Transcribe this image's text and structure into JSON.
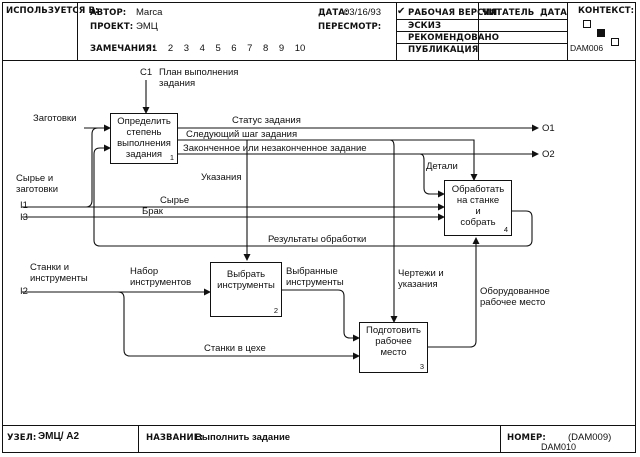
{
  "header": {
    "used_in_label": "ИСПОЛЬЗУЕТСЯ В:",
    "author_label": "АВТОР:",
    "author": "Marca",
    "project_label": "ПРОЕКТ:",
    "project": "ЭМЦ",
    "notes_label": "ЗАМЕЧАНИЯ:",
    "notes": [
      "1",
      "2",
      "3",
      "4",
      "5",
      "6",
      "7",
      "8",
      "9",
      "10"
    ],
    "date_label": "ДАТА:",
    "date": "03/16/93",
    "review_label": "ПЕРЕСМОТР:",
    "statuses": [
      "РАБОЧАЯ ВЕРСИЯ",
      "ЭСКИЗ",
      "РЕКОМЕНДОВАНО",
      "ПУБЛИКАЦИЯ"
    ],
    "reader_label": "ЧИТАТЕЛЬ",
    "reader_date_label": "ДАТА",
    "context_label": "КОНТЕКСТ:",
    "context_id": "DAM006"
  },
  "diagram": {
    "boxes": [
      {
        "lines": [
          "Определить",
          "степень",
          "выполнения",
          "задания"
        ],
        "num": "1"
      },
      {
        "lines": [
          "Выбрать",
          "инструменты"
        ],
        "num": "2"
      },
      {
        "lines": [
          "Подготовить",
          "рабочее",
          "место"
        ],
        "num": "3"
      },
      {
        "lines": [
          "Обработать",
          "на станке",
          "и",
          "собрать"
        ],
        "num": "4"
      }
    ],
    "labels": {
      "c1_code": "C1",
      "c1_text_1": "План выполнения",
      "c1_text_2": "задания",
      "blanks": "Заготовки",
      "raw_1": "Сырье и",
      "raw_2": "заготовки",
      "i1": "I1",
      "i3": "I3",
      "i2": "I2",
      "machines_1": "Станки и",
      "machines_2": "инструменты",
      "status": "Статус задания",
      "next_step": "Следующий шаг задания",
      "completed": "Законченное или незаконченное задание",
      "o1": "O1",
      "o2": "O2",
      "details": "Детали",
      "instructions": "Указания",
      "raw": "Сырье",
      "defect": "Брак",
      "results": "Результаты обработки",
      "toolset_1": "Набор",
      "toolset_2": "инструментов",
      "selected_1": "Выбранные",
      "selected_2": "инструменты",
      "drawings_1": "Чертежи и",
      "drawings_2": "указания",
      "equipped_1": "Оборудованное",
      "equipped_2": "рабочее место",
      "shop_machines": "Станки в цехе"
    }
  },
  "footer": {
    "node_label": "УЗЕЛ:",
    "node": "ЭМЦ/ A2",
    "title_label": "НАЗВАНИЕ:",
    "title": "Выполнить задание",
    "number_label": "НОМЕР:",
    "number": "(DAM009)",
    "number_sub": "DAM010"
  }
}
